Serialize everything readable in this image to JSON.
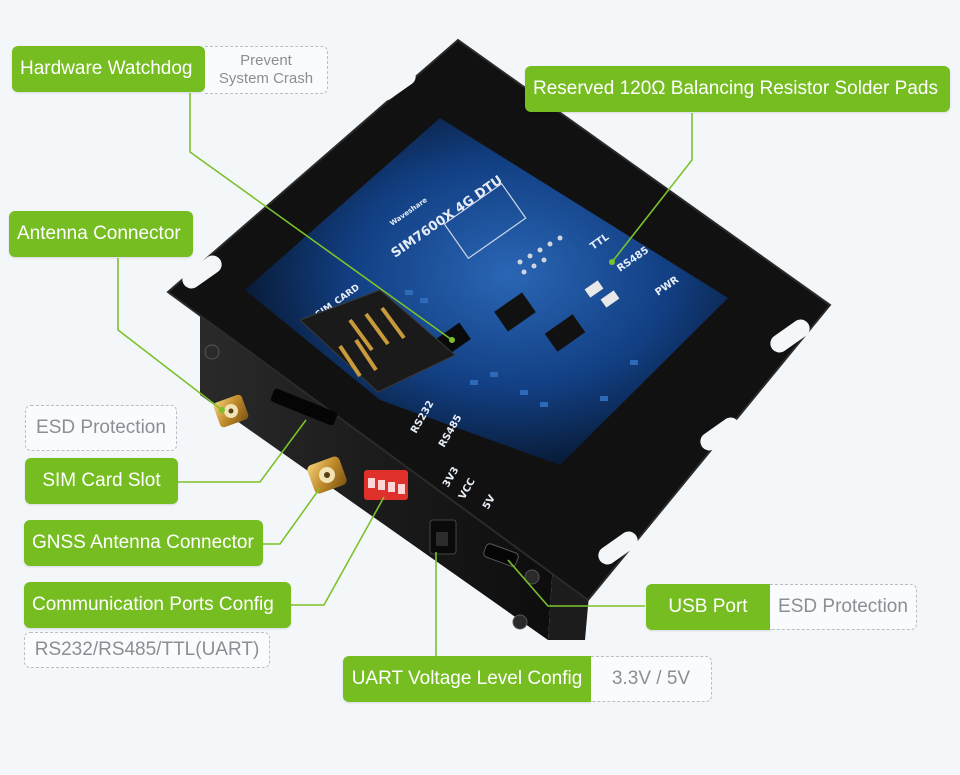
{
  "product": {
    "board_title": "SIM7600X 4G DTU",
    "brand_mark": "Waveshare",
    "silk_labels": {
      "ttl": "TTL",
      "rs485": "RS485",
      "pwr": "PWR",
      "sim_card": "SIM_CARD",
      "rs232_port": "RS232",
      "rs485_port": "RS485",
      "v33": "3V3",
      "vcc": "VCC",
      "v5": "5V"
    }
  },
  "callouts": {
    "hardware_watchdog": {
      "label": "Hardware Watchdog",
      "note_line1": "Prevent",
      "note_line2": "System Crash"
    },
    "balancing_resistor": {
      "label": "Reserved 120Ω Balancing Resistor Solder Pads"
    },
    "antenna_connector": {
      "label": "Antenna Connector"
    },
    "sim_card_slot": {
      "label": "SIM Card Slot",
      "note": "ESD Protection"
    },
    "gnss_antenna": {
      "label": "GNSS Antenna Connector"
    },
    "comm_ports_config": {
      "label": "Communication Ports Config",
      "note": "RS232/RS485/TTL(UART)"
    },
    "usb_port": {
      "label": "USB Port",
      "note": "ESD Protection"
    },
    "uart_voltage": {
      "label": "UART Voltage Level Config",
      "note": "3.3V / 5V"
    }
  },
  "colors": {
    "label_green": "#76bd22",
    "leader_green": "#7cc22b",
    "pcb_blue": "#0f3a7a",
    "enclosure_black": "#141414",
    "background": "#f4f7fa"
  }
}
